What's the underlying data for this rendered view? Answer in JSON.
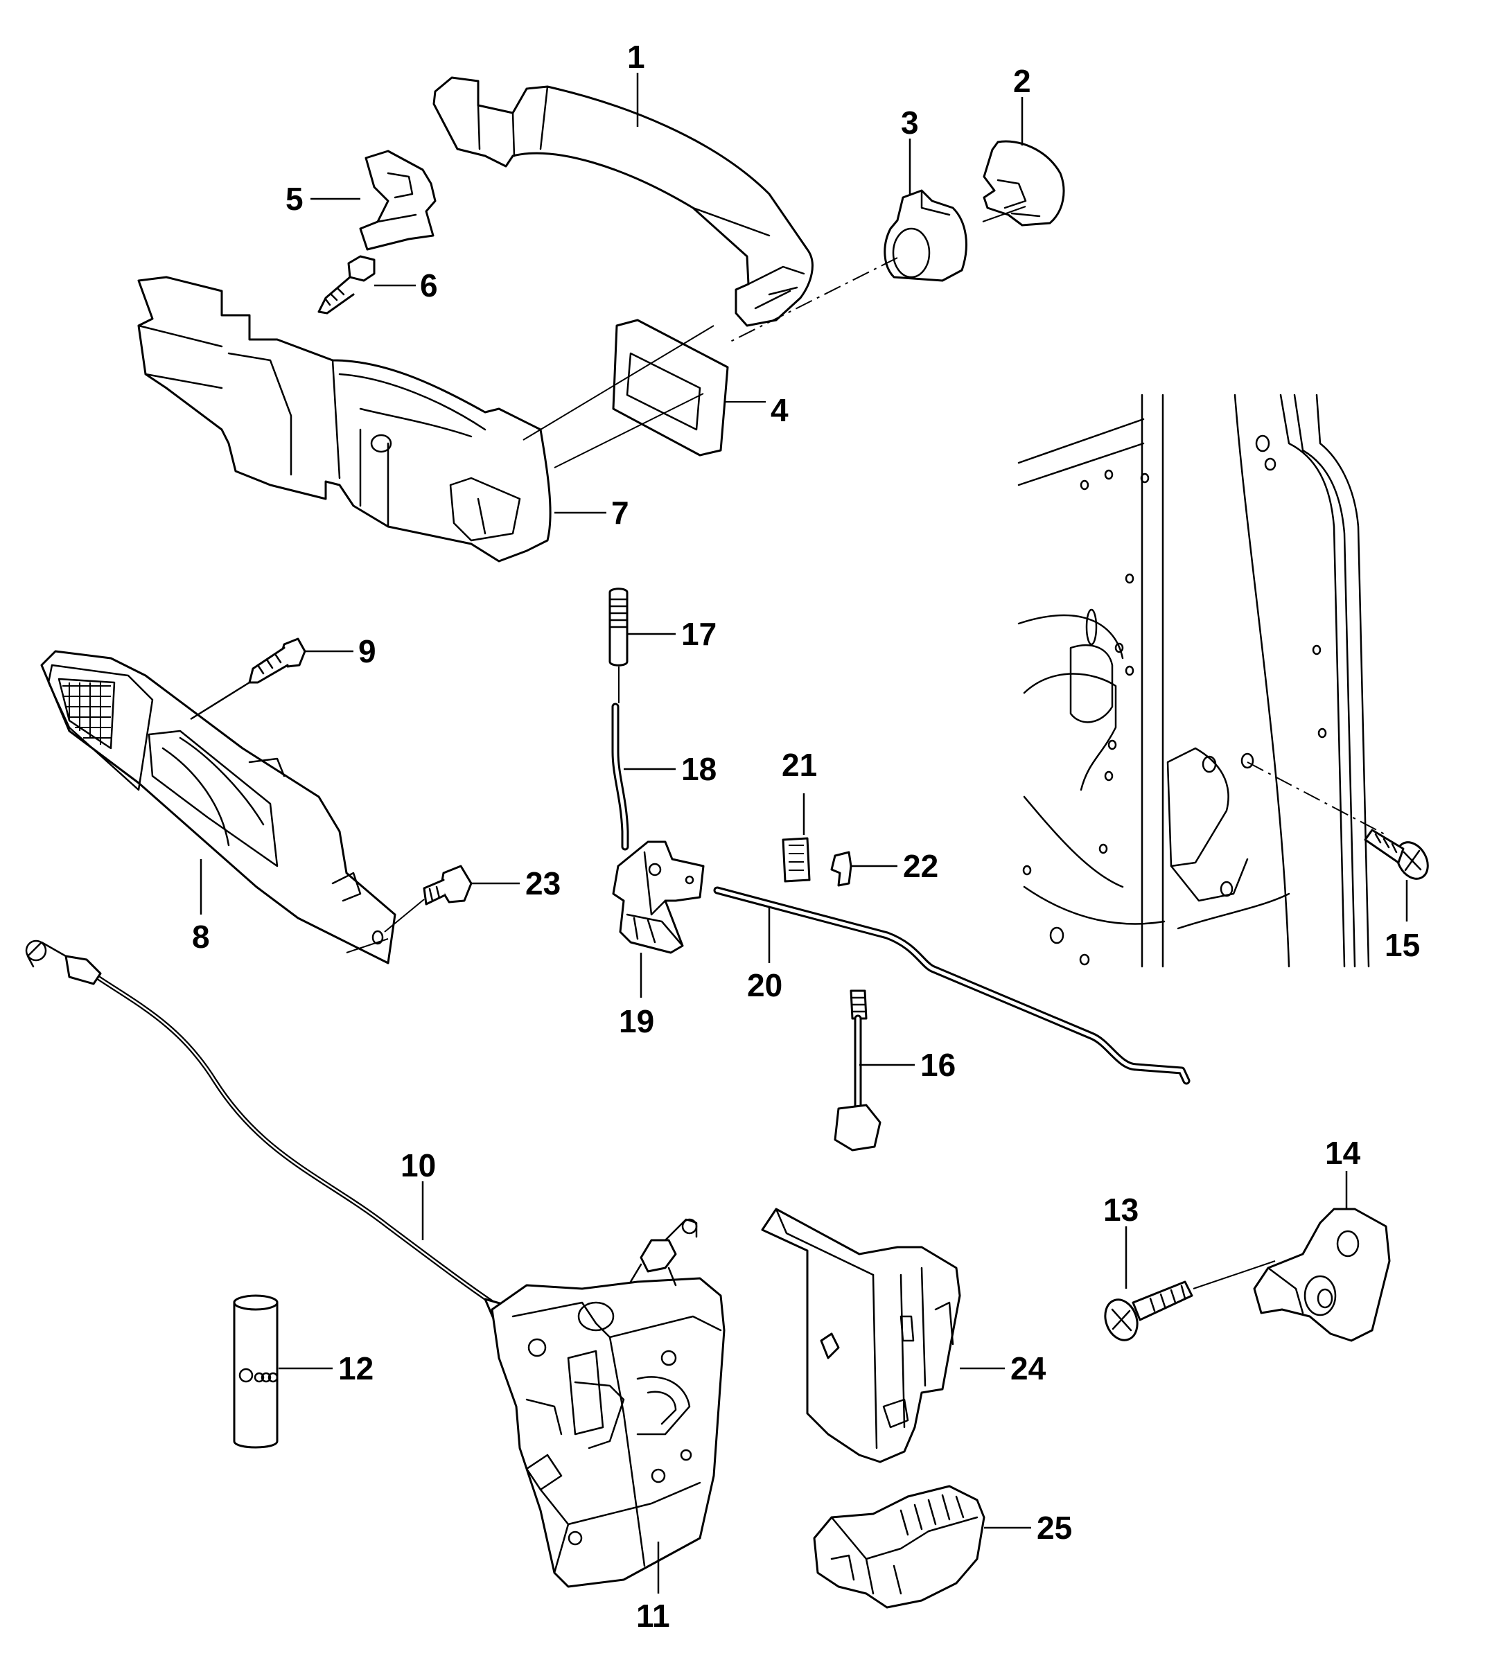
{
  "callouts": [
    {
      "id": "1",
      "label": "1"
    },
    {
      "id": "2",
      "label": "2"
    },
    {
      "id": "3",
      "label": "3"
    },
    {
      "id": "4",
      "label": "4"
    },
    {
      "id": "5",
      "label": "5"
    },
    {
      "id": "6",
      "label": "6"
    },
    {
      "id": "7",
      "label": "7"
    },
    {
      "id": "8",
      "label": "8"
    },
    {
      "id": "9",
      "label": "9"
    },
    {
      "id": "10",
      "label": "10"
    },
    {
      "id": "11",
      "label": "11"
    },
    {
      "id": "12",
      "label": "12"
    },
    {
      "id": "13",
      "label": "13"
    },
    {
      "id": "14",
      "label": "14"
    },
    {
      "id": "15",
      "label": "15"
    },
    {
      "id": "16",
      "label": "16"
    },
    {
      "id": "17",
      "label": "17"
    },
    {
      "id": "18",
      "label": "18"
    },
    {
      "id": "19",
      "label": "19"
    },
    {
      "id": "20",
      "label": "20"
    },
    {
      "id": "21",
      "label": "21"
    },
    {
      "id": "22",
      "label": "22"
    },
    {
      "id": "23",
      "label": "23"
    },
    {
      "id": "24",
      "label": "24"
    },
    {
      "id": "25",
      "label": "25"
    }
  ],
  "colors": {
    "line": "#000000",
    "background": "#ffffff"
  }
}
